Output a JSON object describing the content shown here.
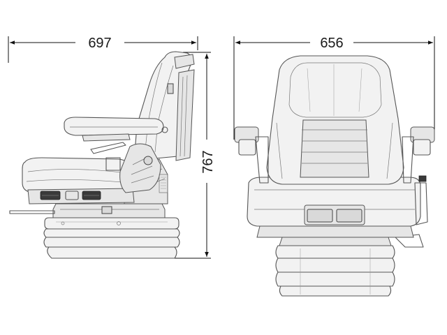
{
  "dimensions": {
    "side_width": "697",
    "side_height": "767",
    "front_width": "656"
  },
  "colors": {
    "line": "#555555",
    "dimension": "#111111",
    "background": "#ffffff"
  }
}
